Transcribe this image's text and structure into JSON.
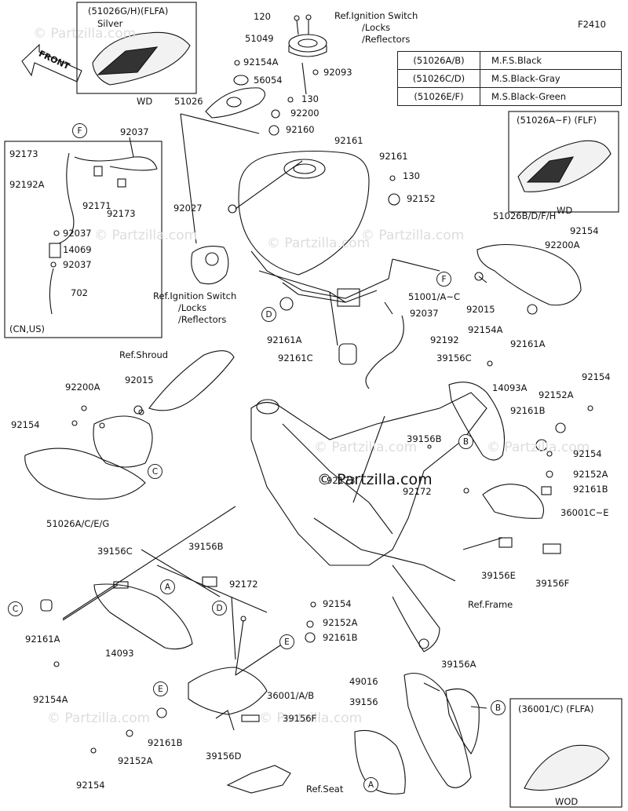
{
  "diagram_code": "F2410",
  "copyright": "© Partzilla.com",
  "watermark": "© Partzilla.com",
  "front_label": "FRONT",
  "legend_rows": [
    {
      "code": "(51026A/B)",
      "color": "M.F.S.Black"
    },
    {
      "code": "(51026C/D)",
      "color": "M.S.Black-Gray"
    },
    {
      "code": "(51026E/F)",
      "color": "M.S.Black-Green"
    }
  ],
  "inset_top": {
    "title": "(51026G/H)(FLFA)",
    "subtitle": "Silver",
    "tag": "WD"
  },
  "inset_right": {
    "title": "(51026A~F) (FLF)",
    "tag": "WD"
  },
  "inset_bottom": {
    "title": "(36001/C) (FLFA)",
    "tag": "WOD"
  },
  "inset_left": {
    "note": "(CN,US)"
  },
  "refs": {
    "ignition_top": [
      "Ref.Ignition Switch",
      "/Locks",
      "/Reflectors"
    ],
    "ignition_mid": [
      "Ref.Ignition Switch",
      "/Locks",
      "/Reflectors"
    ],
    "shroud": "Ref.Shroud",
    "frame": "Ref.Frame",
    "seat": "Ref.Seat"
  },
  "callout_letters": {
    "f": "F",
    "d": "D",
    "c": "C",
    "b": "B",
    "a": "A",
    "e": "E"
  },
  "parts": {
    "p120": "120",
    "p51049": "51049",
    "p92154A_top": "92154A",
    "p92093": "92093",
    "p56054": "56054",
    "p51026": "51026",
    "p130_a": "130",
    "p92200": "92200",
    "p92160": "92160",
    "p92161_a": "92161",
    "p92161_b": "92161",
    "p130_b": "130",
    "p92152": "92152",
    "p92027": "92027",
    "p92037_top": "92037",
    "p92173_a": "92173",
    "p92192A": "92192A",
    "p92171": "92171",
    "p92173_b": "92173",
    "p92037_b": "92037",
    "p14069": "14069",
    "p92037_c": "92037",
    "p702": "702",
    "p51026BDFH": "51026B/D/F/H",
    "p92154_r": "92154",
    "p92200A_r": "92200A",
    "p92015_r": "92015",
    "p92161A_r": "92161A",
    "p51001": "51001/A~C",
    "p92037_m": "92037",
    "p92192": "92192",
    "p92161A_m": "92161A",
    "p92161C": "92161C",
    "p92154A_mr": "92154A",
    "p39156C_r": "39156C",
    "p14093A": "14093A",
    "p92154_mr": "92154",
    "p92152A_mr": "92152A",
    "p92161B_mr": "92161B",
    "p39156B_m": "39156B",
    "p92154_r2": "92154",
    "p92152A_r2": "92152A",
    "p92161B_r2": "92161B",
    "p92172_m": "92172",
    "p36001CE": "36001C~E",
    "p39156E": "39156E",
    "p39156F_r": "39156F",
    "p92200A_l": "92200A",
    "p92015_l": "92015",
    "p92154_l": "92154",
    "p51026ACEG": "51026A/C/E/G",
    "p92173_c": "92173",
    "p39156C_l": "39156C",
    "p39156B_l": "39156B",
    "p92172_l": "92172",
    "p92161A_l": "92161A",
    "p14093": "14093",
    "p92154A_l": "92154A",
    "p92154_b": "92154",
    "p92152A_b": "92152A",
    "p92161B_b": "92161B",
    "p36001AB": "36001/A/B",
    "p39156F_b": "39156F",
    "p39156D": "39156D",
    "p92161B_bl": "92161B",
    "p92152A_bl": "92152A",
    "p92154_bl": "92154",
    "p49016": "49016",
    "p39156A": "39156A",
    "p39156": "39156"
  }
}
